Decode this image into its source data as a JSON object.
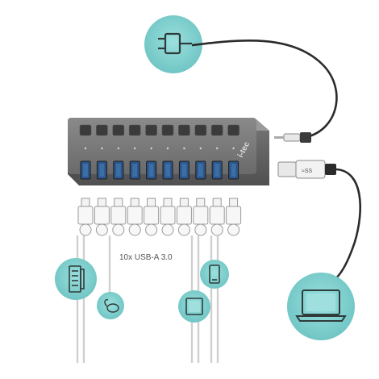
{
  "caption": "10x USB-A 3.0",
  "brand_logo_text": "i-tec",
  "port_count": 10,
  "icons": [
    "power-plug-icon",
    "printer-icon",
    "mouse-icon",
    "tablet-icon",
    "smartphone-icon",
    "laptop-icon"
  ],
  "colors": {
    "accent_teal": "#7fcfcf",
    "hub_body": "#6d6d6d",
    "usb_port_blue": "#3a6ea5",
    "cable": "#2b2b2b",
    "cable_light": "#cfcfcf"
  }
}
